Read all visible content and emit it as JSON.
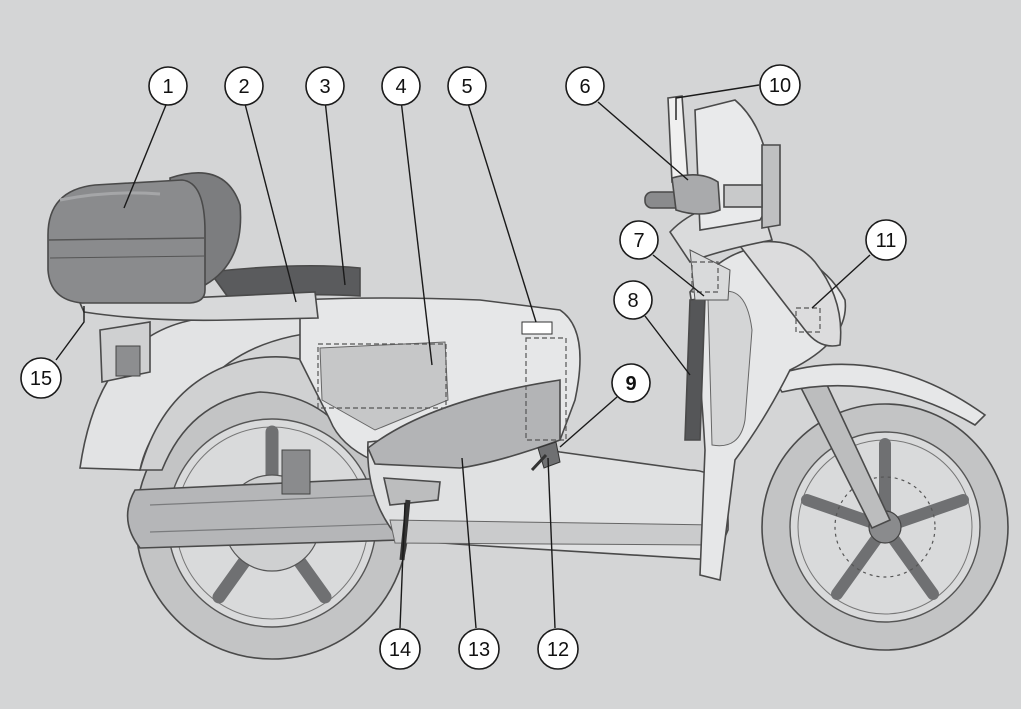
{
  "figure": {
    "background": "#d4d5d6",
    "body_color": "#e6e7e8",
    "shade_color": "#b5b6b8",
    "dark_color": "#6f7072",
    "tyre_color": "#c3c4c5"
  },
  "callouts": [
    "1",
    "2",
    "3",
    "4",
    "5",
    "6",
    "7",
    "8",
    "9",
    "10",
    "11",
    "12",
    "13",
    "14",
    "15"
  ]
}
